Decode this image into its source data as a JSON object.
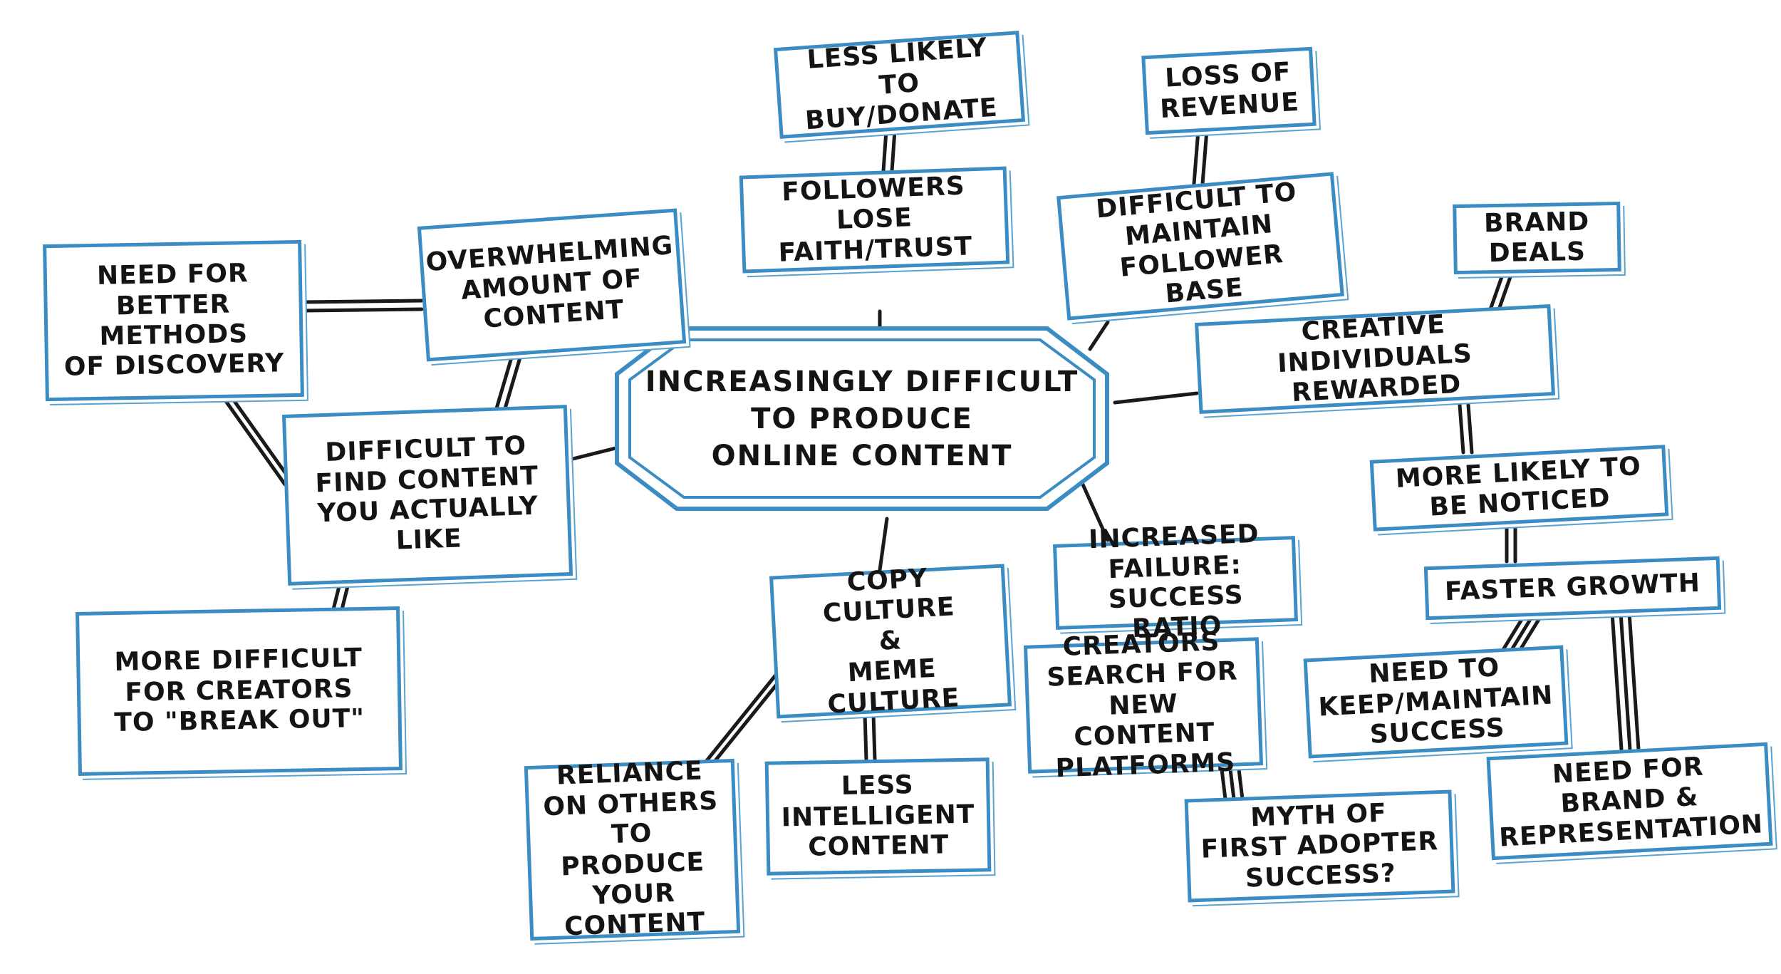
{
  "central": "INCREASINGLY DIFFICULT\nTO PRODUCE\nONLINE CONTENT",
  "nodes": {
    "need_better_methods": "NEED FOR\nBETTER METHODS\nOF DISCOVERY",
    "overwhelming_amount": "OVERWHELMING\nAMOUNT OF\nCONTENT",
    "difficult_find_content": "DIFFICULT TO\nFIND CONTENT\nYOU ACTUALLY\nLIKE",
    "more_difficult_break_out": "MORE DIFFICULT\nFOR CREATORS\nTO \"BREAK OUT\"",
    "less_likely_buy": "LESS LIKELY TO\nBUY/DONATE",
    "followers_lose_faith": "FOLLOWERS LOSE\nFAITH/TRUST",
    "loss_of_revenue": "LOSS OF\nREVENUE",
    "difficult_maintain_followers": "DIFFICULT TO\nMAINTAIN\nFOLLOWER BASE",
    "brand_deals": "BRAND\nDEALS",
    "creative_rewarded": "CREATIVE INDIVIDUALS\nREWARDED",
    "more_likely_noticed": "MORE LIKELY TO\nBE NOTICED",
    "faster_growth": "FASTER GROWTH",
    "need_keep_success": "NEED TO\nKEEP/MAINTAIN\nSUCCESS",
    "need_brand_representation": "NEED FOR\nBRAND &\nREPRESENTATION",
    "increased_failure": "INCREASED\nFAILURE: SUCCESS\nRATIO",
    "creators_search_platforms": "CREATORS\nSEARCH FOR\nNEW CONTENT\nPLATFORMS",
    "myth_first_adopter": "MYTH OF\nFIRST ADOPTER\nSUCCESS?",
    "copy_meme_culture": "COPY CULTURE\n&\nMEME CULTURE",
    "reliance_on_others": "RELIANCE\nON OTHERS\nTO PRODUCE\nYOUR\nCONTENT",
    "less_intelligent": "LESS\nINTELLIGENT\nCONTENT"
  },
  "colors": {
    "box_border": "#3a8cc2",
    "ink": "#141414"
  }
}
